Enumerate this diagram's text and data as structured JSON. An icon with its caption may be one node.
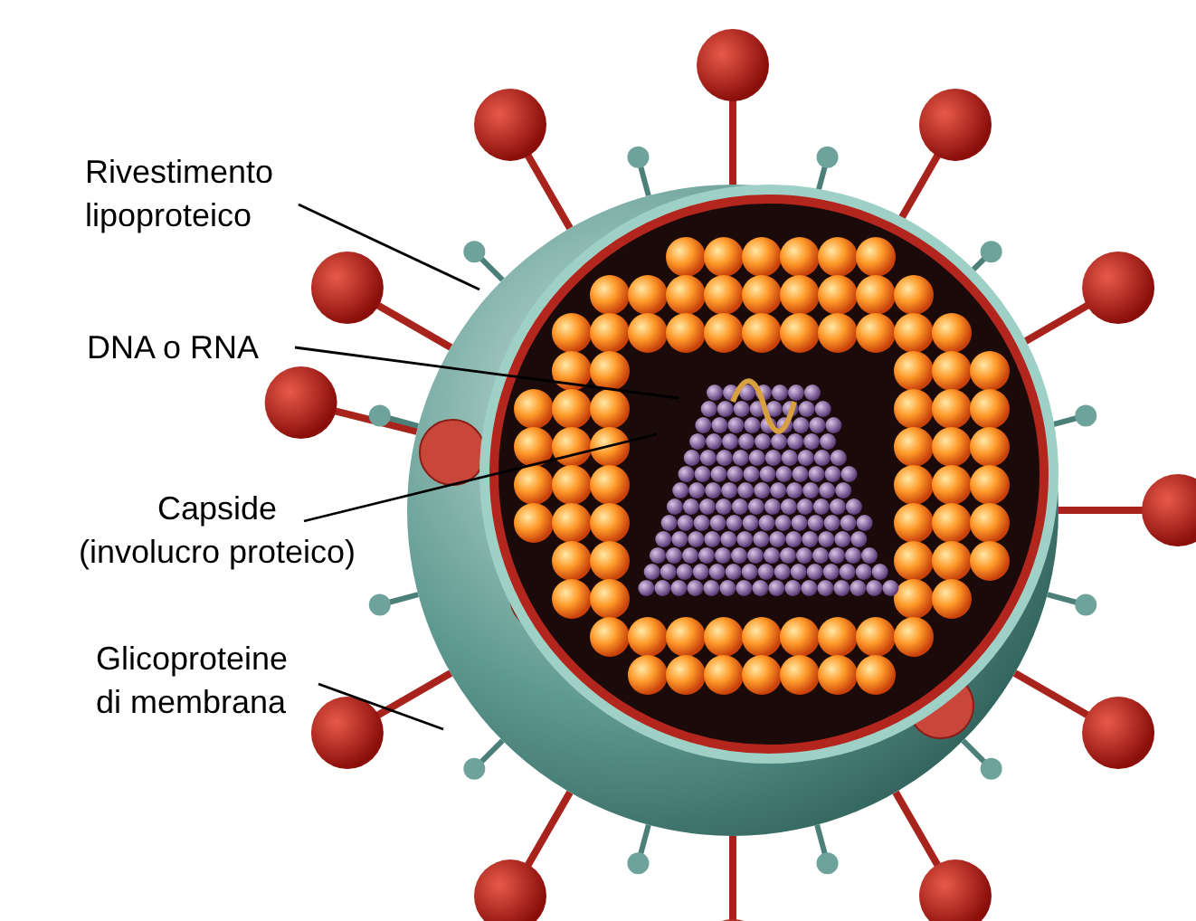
{
  "diagram": {
    "nodes": [
      {
        "text": [
          "Rivestimento lipoproteico"
        ]
      },
      {
        "text": [
          "DNA o RNA"
        ]
      },
      {
        "text": [
          "Capside (involucro proteico)"
        ]
      },
      {
        "text": [
          "Glicoproteine di membrana"
        ]
      }
    ],
    "edges": [
      {
        "from": 0,
        "to": null,
        "arrow": "none"
      },
      {
        "from": 1,
        "to": null,
        "arrow": "none"
      },
      {
        "from": 2,
        "to": null,
        "arrow": "none"
      },
      {
        "from": 3,
        "to": null,
        "arrow": "none"
      }
    ]
  }
}
